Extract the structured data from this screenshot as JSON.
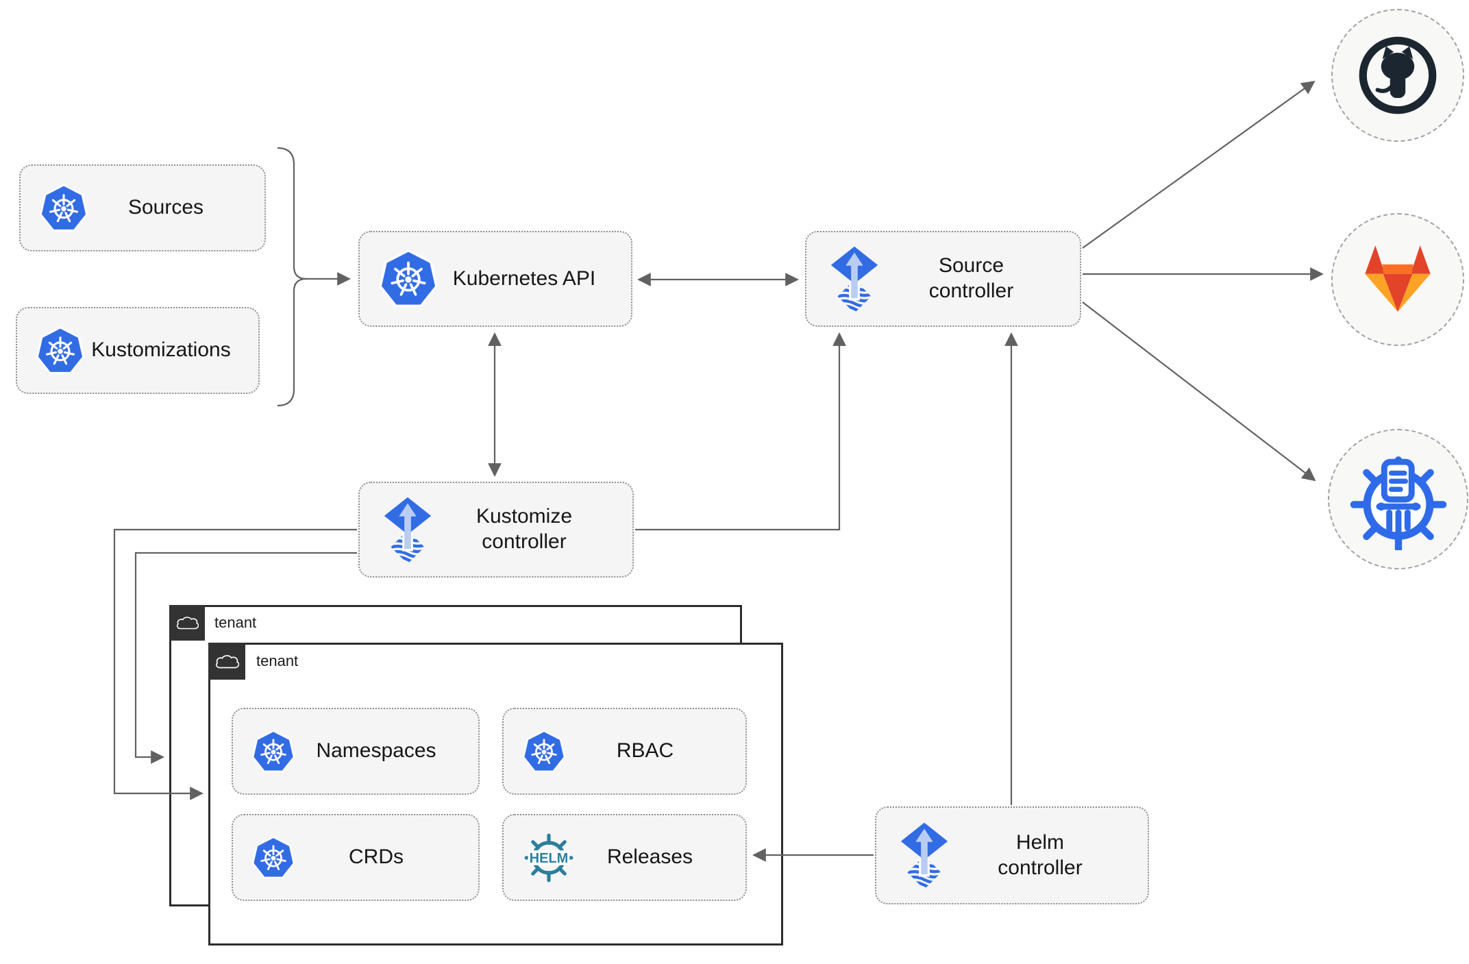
{
  "nodes": {
    "sources": {
      "label": "Sources"
    },
    "kustomizations": {
      "label": "Kustomizations"
    },
    "kubernetes_api": {
      "label": "Kubernetes API"
    },
    "source_controller": {
      "label": "Source\ncontroller"
    },
    "kustomize_controller": {
      "label": "Kustomize\ncontroller"
    },
    "helm_controller": {
      "label": "Helm\ncontroller"
    },
    "namespaces": {
      "label": "Namespaces"
    },
    "rbac": {
      "label": "RBAC"
    },
    "crds": {
      "label": "CRDs"
    },
    "releases": {
      "label": "Releases"
    }
  },
  "tenants": {
    "outer": {
      "label": "tenant"
    },
    "inner": {
      "label": "tenant"
    }
  },
  "branding": {
    "helm_wordmark": "HELM"
  },
  "endpoints": {
    "github": {
      "icon": "github-icon"
    },
    "gitlab": {
      "icon": "gitlab-icon"
    },
    "helm_repository": {
      "icon": "helm-repository-icon"
    }
  },
  "colors": {
    "kubernetes_blue": "#326ce5",
    "flux_blue": "#316ce4",
    "flux_arrow_light": "#b9cdf3",
    "helm_teal": "#2b7e9c",
    "helm_repository_blue": "#2f6be8",
    "github_dark": "#1b2631",
    "gitlab_red_orange": "#e24329",
    "gitlab_orange": "#fc6d26",
    "gitlab_amber": "#fca326",
    "connector_gray": "#616161",
    "node_fill": "#f5f5f5",
    "tenant_header_bg": "#333333"
  }
}
